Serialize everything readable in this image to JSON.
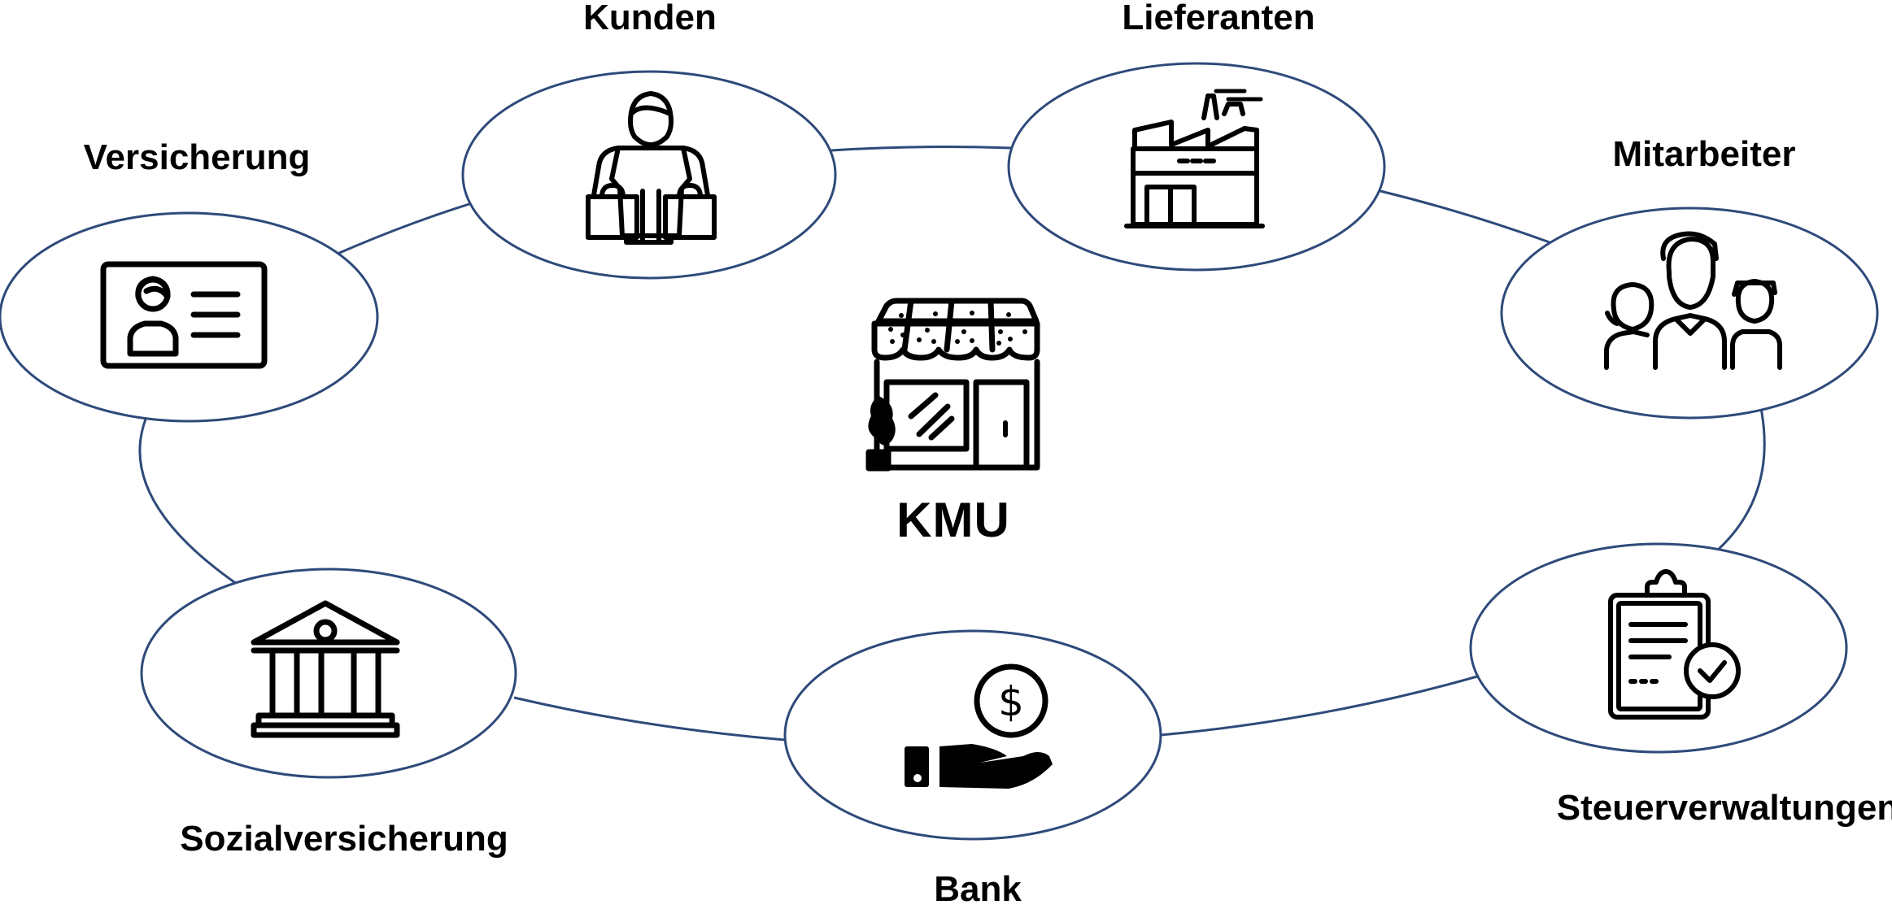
{
  "center": {
    "title": "KMU",
    "icon": "shop-icon"
  },
  "nodes": [
    {
      "id": "kunden",
      "label": "Kunden",
      "icon": "customer-shopping-icon"
    },
    {
      "id": "lieferanten",
      "label": "Lieferanten",
      "icon": "factory-icon"
    },
    {
      "id": "mitarbeiter",
      "label": "Mitarbeiter",
      "icon": "team-icon"
    },
    {
      "id": "steuerverwaltungen",
      "label": "Steuerverwaltungen",
      "icon": "clipboard-check-icon"
    },
    {
      "id": "bank",
      "label": "Bank",
      "icon": "money-hand-icon"
    },
    {
      "id": "sozialversicherung",
      "label": "Sozialversicherung",
      "icon": "institution-icon"
    },
    {
      "id": "versicherung",
      "label": "Versicherung",
      "icon": "id-card-icon"
    }
  ],
  "colors": {
    "ring": "#2e4a7a",
    "icon": "#000000",
    "text": "#000000"
  }
}
